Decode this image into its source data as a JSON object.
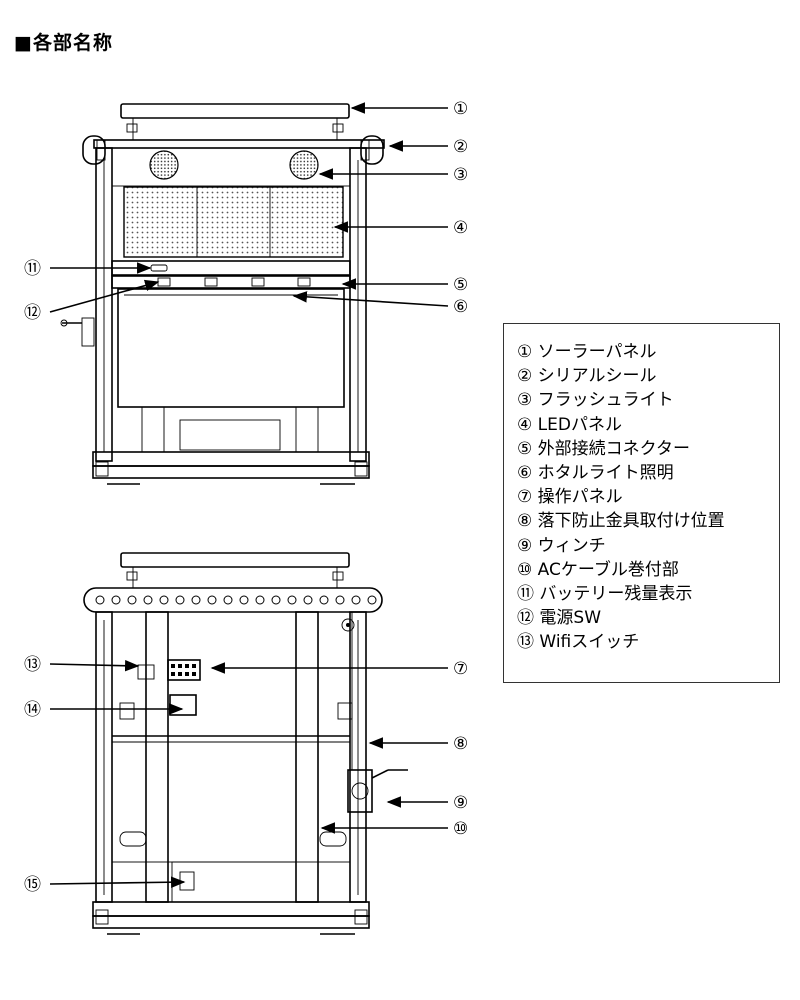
{
  "title": "■各部名称",
  "callouts": [
    "①",
    "②",
    "③",
    "④",
    "⑤",
    "⑥",
    "⑦",
    "⑧",
    "⑨",
    "⑩",
    "⑪",
    "⑫",
    "⑬",
    "⑭",
    "⑮"
  ],
  "legend": [
    "① ソーラーパネル",
    "② シリアルシール",
    "③ フラッシュライト",
    "④ LEDパネル",
    "⑤ 外部接続コネクター",
    "⑥ ホタルライト照明",
    "⑦ 操作パネル",
    "⑧ 落下防止金具取付け位置",
    "⑨ ウィンチ",
    "⑩ ACケーブル巻付部",
    "⑪ バッテリー残量表示",
    "⑫ 電源SW",
    "⑬ Wifiスイッチ"
  ]
}
